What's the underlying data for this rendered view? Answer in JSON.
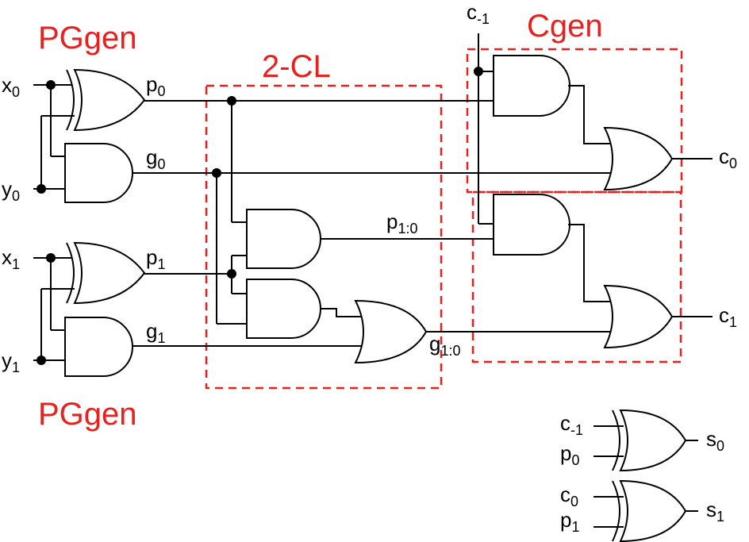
{
  "blocks": {
    "pggen_top": "PGgen",
    "pggen_bottom": "PGgen",
    "two_cl": "2-CL",
    "cgen": "Cgen"
  },
  "signals": {
    "x0": {
      "base": "x",
      "sub": "0"
    },
    "y0": {
      "base": "y",
      "sub": "0"
    },
    "x1": {
      "base": "x",
      "sub": "1"
    },
    "y1": {
      "base": "y",
      "sub": "1"
    },
    "p0": {
      "base": "p",
      "sub": "0"
    },
    "g0": {
      "base": "g",
      "sub": "0"
    },
    "p1": {
      "base": "p",
      "sub": "1"
    },
    "g1": {
      "base": "g",
      "sub": "1"
    },
    "p10": {
      "base": "p",
      "sub": "1:0"
    },
    "g10": {
      "base": "g",
      "sub": "1:0"
    },
    "cm1": {
      "base": "c",
      "sub": "-1"
    },
    "c0": {
      "base": "c",
      "sub": "0"
    },
    "c1": {
      "base": "c",
      "sub": "1"
    },
    "s0": {
      "base": "s",
      "sub": "0"
    },
    "s1": {
      "base": "s",
      "sub": "1"
    },
    "sum0_in_c": {
      "base": "c",
      "sub": "-1"
    },
    "sum0_in_p": {
      "base": "p",
      "sub": "0"
    },
    "sum1_in_c": {
      "base": "c",
      "sub": "0"
    },
    "sum1_in_p": {
      "base": "p",
      "sub": "1"
    }
  },
  "colors": {
    "block_outline": "#e8201e",
    "block_label": "#e8201e",
    "wire": "#000000"
  }
}
